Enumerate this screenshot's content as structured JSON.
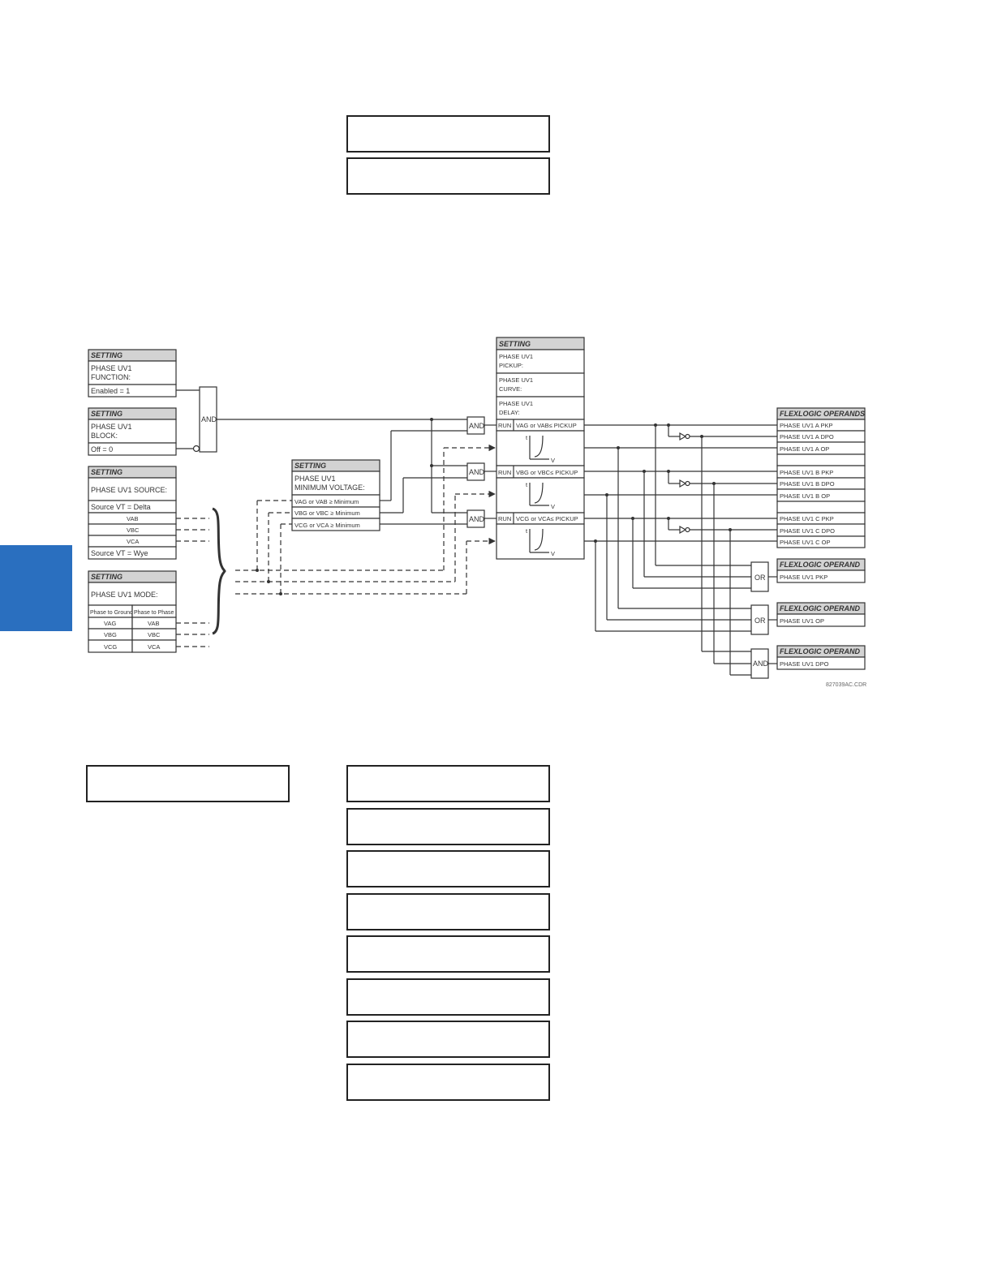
{
  "colors": {
    "side_tab": "#2a6fbf",
    "header_fill": "#d3d3d3",
    "line": "#333333"
  },
  "empty_boxes_top": [
    "",
    ""
  ],
  "empty_box_left": "",
  "empty_boxes_bottom": [
    "",
    "",
    "",
    "",
    "",
    "",
    "",
    ""
  ],
  "diagram": {
    "function_setting": {
      "header": "SETTING",
      "name1": "PHASE UV1",
      "name2": "FUNCTION:",
      "value": "Enabled = 1"
    },
    "block_setting": {
      "header": "SETTING",
      "name1": "PHASE UV1",
      "name2": "BLOCK:",
      "value": "Off = 0"
    },
    "source_setting": {
      "header": "SETTING",
      "name": "PHASE UV1 SOURCE:",
      "delta": "Source VT = Delta",
      "rows": [
        "VAB",
        "VBC",
        "VCA"
      ],
      "wye": "Source VT = Wye"
    },
    "mode_setting": {
      "header": "SETTING",
      "name": "PHASE UV1 MODE:",
      "col1": "Phase to Ground",
      "col2": "Phase to Phase",
      "rows": [
        [
          "VAG",
          "VAB"
        ],
        [
          "VBG",
          "VBC"
        ],
        [
          "VCG",
          "VCA"
        ]
      ]
    },
    "min_voltage_setting": {
      "header": "SETTING",
      "name1": "PHASE UV1",
      "name2": "MINIMUM VOLTAGE:",
      "rows": [
        "VAG or VAB ≥ Minimum",
        "VBG or VBC ≥  Minimum",
        "VCG or VCA ≥  Minimum"
      ]
    },
    "main_setting": {
      "header": "SETTING",
      "pickup1": "PHASE UV1",
      "pickup2": "PICKUP:",
      "curve1": "PHASE UV1",
      "curve2": "CURVE:",
      "delay1": "PHASE UV1",
      "delay2": "DELAY:",
      "run": "RUN",
      "conditions": [
        "VAG or VAB≤ PICKUP",
        "VBG or VBC≤ PICKUP",
        "VCG or VCA≤ PICKUP"
      ],
      "axis_t": "t",
      "axis_v": "V"
    },
    "gates": {
      "and": "AND",
      "or": "OR"
    },
    "operands": {
      "header": "FLEXLOGIC OPERANDS",
      "rows": [
        "PHASE UV1 A PKP",
        "PHASE UV1 A DPO",
        "PHASE UV1 A OP",
        "PHASE UV1 B PKP",
        "PHASE UV1 B DPO",
        "PHASE UV1 B OP",
        "PHASE UV1 C PKP",
        "PHASE UV1 C DPO",
        "PHASE UV1 C OP"
      ]
    },
    "single_operands": [
      {
        "header": "FLEXLOGIC OPERAND",
        "value": "PHASE UV1  PKP"
      },
      {
        "header": "FLEXLOGIC OPERAND",
        "value": "PHASE UV1  OP"
      },
      {
        "header": "FLEXLOGIC OPERAND",
        "value": "PHASE UV1  DPO"
      }
    ],
    "drawing_code": "827039AC.CDR"
  }
}
